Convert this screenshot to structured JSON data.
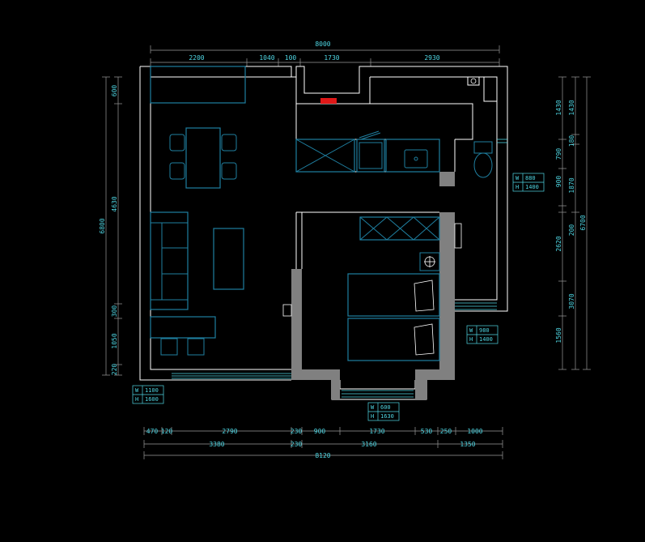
{
  "top_dims": {
    "overall": "8000",
    "segments": [
      "2200",
      "1040",
      "100",
      "1730",
      "2930"
    ]
  },
  "bottom_dims": {
    "row1": [
      "470",
      "120",
      "2790",
      "230",
      "900",
      "1730",
      "530",
      "250",
      "1000"
    ],
    "row2": [
      "3380",
      "230",
      "3160",
      "1350"
    ],
    "overall": "8120"
  },
  "left_dims": {
    "overall": "6800",
    "segments": [
      "600",
      "4630",
      "300",
      "1050",
      "220"
    ]
  },
  "right_dims": {
    "inner": [
      "1430",
      "790",
      "900",
      "200",
      "2620",
      "3070",
      "1560"
    ],
    "outer": [
      "1430",
      "180",
      "1870",
      "6700"
    ]
  },
  "window_tags": [
    {
      "w_label": "W",
      "w": "880",
      "h_label": "H",
      "h": "1400"
    },
    {
      "w_label": "W",
      "w": "980",
      "h_label": "H",
      "h": "1400"
    },
    {
      "w_label": "W",
      "w": "600",
      "h_label": "H",
      "h": "1630"
    },
    {
      "w_label": "W",
      "w": "1100",
      "h_label": "H",
      "h": "1600"
    }
  ],
  "colors": {
    "background": "#000000",
    "dimension_text": "#4fd6e3",
    "wall": "#ffffff",
    "column_fill": "#808080",
    "furniture": "#1f7fa0",
    "door_marker": "#e01818"
  }
}
